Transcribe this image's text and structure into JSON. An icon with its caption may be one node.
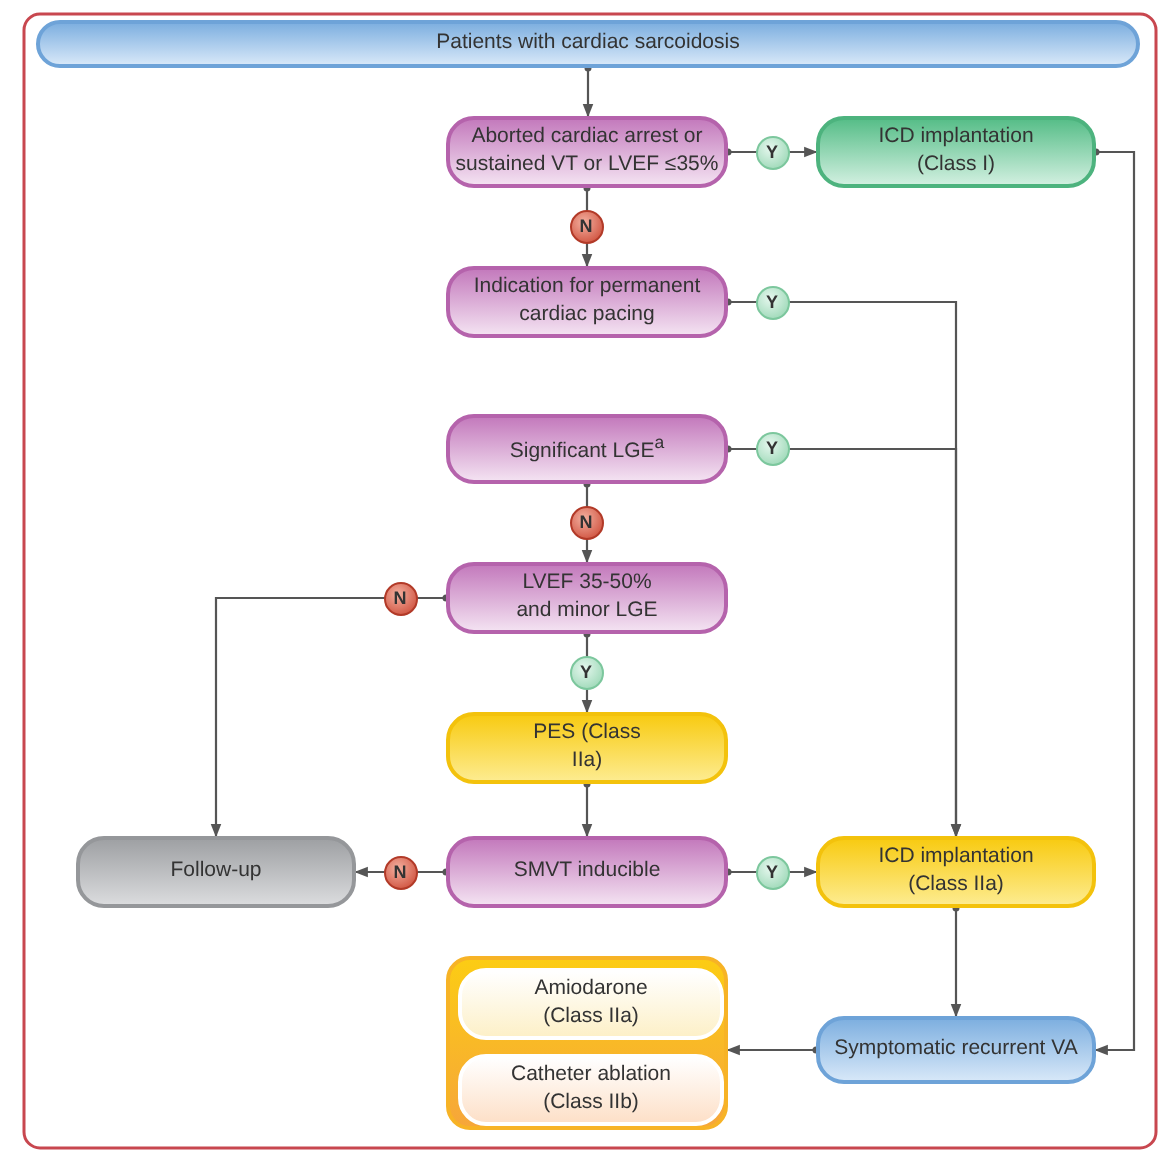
{
  "diagram": {
    "nodes": [
      {
        "text": [
          "Patients with cardiac sarcoidosis"
        ]
      },
      {
        "text": [
          "Aborted cardiac arrest or sustained VT or LVEF ≤35%"
        ]
      },
      {
        "text": [
          "ICD implantation (Class I)"
        ]
      },
      {
        "text": [
          "Indication for permanent cardiac pacing"
        ]
      },
      {
        "text": [
          "Significant LGE$^{a}$"
        ]
      },
      {
        "text": [
          "LVEF 35-50% and minor LGE"
        ]
      },
      {
        "text": [
          "PES (Class IIa)"
        ]
      },
      {
        "text": [
          "SMVT inducible"
        ]
      },
      {
        "text": [
          "Follow-up"
        ]
      },
      {
        "text": [
          "ICD implantation (Class IIa)"
        ]
      },
      {
        "text": [
          "Symptomatic recurrent VA"
        ]
      },
      {
        "text": [],
        "shape": "box"
      },
      {
        "text": [
          "Amiodarone (Class IIa)"
        ],
        "in": 11
      },
      {
        "text": [
          "Catheter ablation (Class IIb)"
        ],
        "in": 11
      }
    ],
    "edges": [
      {
        "from": 0,
        "to": 1,
        "arrow": "to"
      },
      {
        "from": 1,
        "to": 2,
        "arrow": "to",
        "label": "Y"
      },
      {
        "from": 1,
        "to": 3,
        "arrow": "to",
        "label": "N"
      },
      {
        "from": 3,
        "to": 9,
        "arrow": "to",
        "label": "Y"
      },
      {
        "from": 4,
        "to": 9,
        "arrow": "to",
        "label": "Y"
      },
      {
        "from": 4,
        "to": 5,
        "arrow": "to",
        "label": "N"
      },
      {
        "from": 5,
        "to": 8,
        "arrow": "to",
        "label": "N"
      },
      {
        "from": 5,
        "to": 6,
        "arrow": "to",
        "label": "Y"
      },
      {
        "from": 6,
        "to": 7,
        "arrow": "to"
      },
      {
        "from": 7,
        "to": 8,
        "arrow": "to",
        "label": "N"
      },
      {
        "from": 7,
        "to": 9,
        "arrow": "to",
        "label": "Y"
      },
      {
        "from": 9,
        "to": 10,
        "arrow": "to"
      },
      {
        "from": 2,
        "to": 10,
        "arrow": "to"
      },
      {
        "from": 10,
        "to": 11,
        "arrow": "to"
      }
    ]
  }
}
